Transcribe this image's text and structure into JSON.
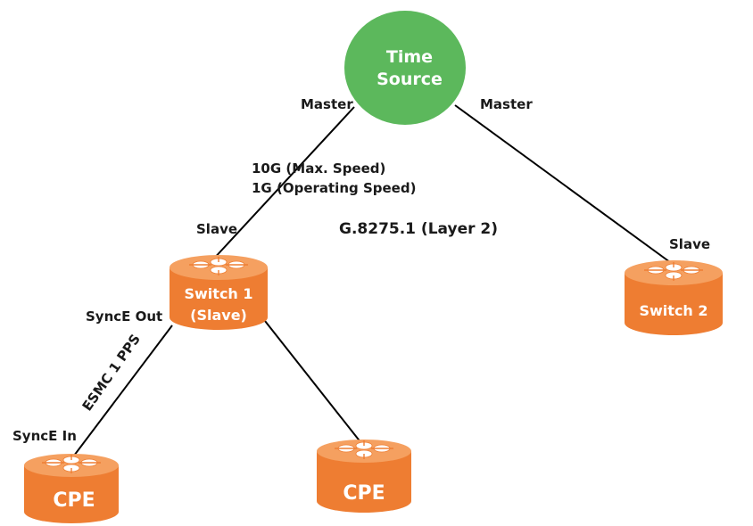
{
  "diagram": {
    "protocol_label": "G.8275.1 (Layer 2)",
    "colors": {
      "time_source": "#5cb85c",
      "switch": "#ee7d32",
      "switch_top": "#f5a060",
      "text_dark": "#1a1a1a",
      "text_light": "#ffffff"
    },
    "nodes": {
      "time_source": {
        "line1": "Time",
        "line2": "Source"
      },
      "switch1": {
        "line1": "Switch 1",
        "line2": "(Slave)"
      },
      "switch2": {
        "line1": "Switch 2"
      },
      "cpe_left": {
        "line1": "CPE"
      },
      "cpe_right": {
        "line1": "CPE"
      }
    },
    "link_labels": {
      "master_left": "Master",
      "master_right": "Master",
      "speed_max": "10G (Max. Speed)",
      "speed_operating": "1G (Operating Speed)",
      "slave_switch1": "Slave",
      "slave_switch2": "Slave",
      "synce_out": "SyncE Out",
      "esmc": "ESMC 1 PPS",
      "synce_in": "SyncE In"
    }
  }
}
